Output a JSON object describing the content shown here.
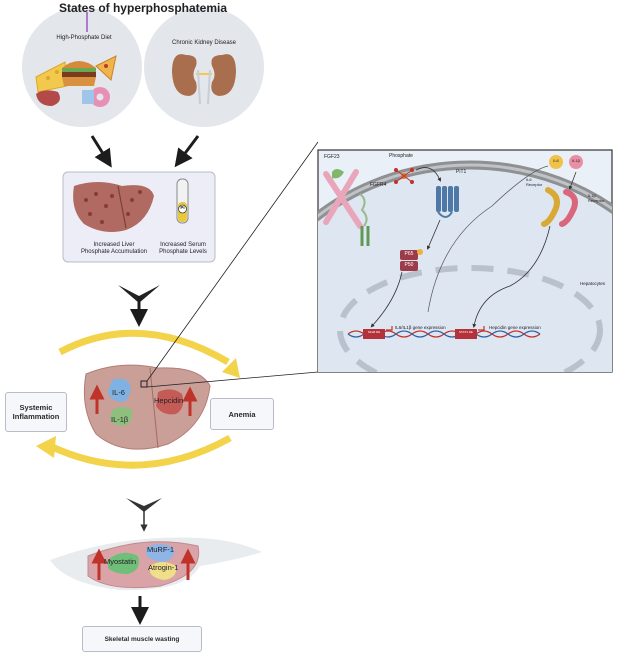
{
  "title": "States of hyperphosphatemia",
  "sources": {
    "diet": "High-Phosphate Diet",
    "ckd": "Chronic Kidney Disease"
  },
  "liver_panel": {
    "left_line1": "Increased Liver",
    "left_line2": "Phosphate Accumulation",
    "right_line1": "Increased Serum",
    "right_line2": "Phosphate Levels",
    "tube_symbol": "Pi"
  },
  "liver_center": {
    "il6": "IL-6",
    "il1b": "IL-1β",
    "hepcidin": "Hepcidin"
  },
  "side_boxes": {
    "left_line1": "Systemic",
    "left_line2": "Inflammation",
    "right": "Anemia"
  },
  "muscle": {
    "myostatin": "Myostatin",
    "murf1": "MuRF-1",
    "atrogin1": "Atrogin-1",
    "outcome": "Skeletal muscle wasting"
  },
  "cell_panel": {
    "fgf23": "FGF23",
    "fgfr4": "FGFR4",
    "phosphate": "Phosphate",
    "pit1": "PiT1",
    "p65": "P65",
    "p50": "P50",
    "il6": "IL6",
    "il1b": "IL1β",
    "il6_receptor_line1": "IL6",
    "il6_receptor_line2": "Receptor",
    "il1b_receptor_line1": "IL1β",
    "il1b_receptor_line2": "Receptor",
    "hepatocytes": "Hepatocytes",
    "nfkb_site": "NFκB RE",
    "cytokine_expression": "IL6/IL1β gene expression",
    "stat_site": "STAT3 RE",
    "hepcidin_expression": "Hepcidin gene expression"
  },
  "colors": {
    "liver": "#b06a62",
    "liver_fill": "#c99f98",
    "cycle_arrow": "#f2d34a",
    "up_arrow": "#c0332b",
    "box_fill": "#f6f7fb",
    "box_border": "#b9bcc8",
    "membrane": "#8e9092",
    "cell_bg": "#dfe8f3"
  }
}
